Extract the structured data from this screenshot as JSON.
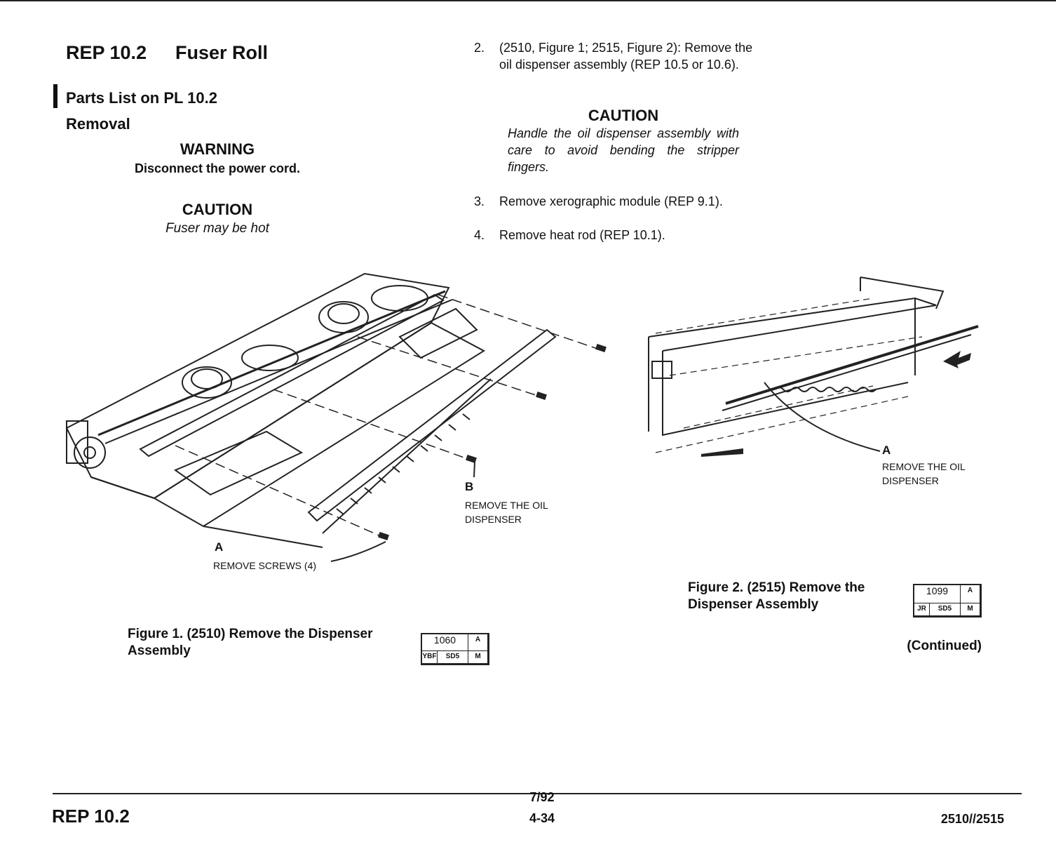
{
  "header": {
    "rep_number": "REP 10.2",
    "title": "Fuser Roll"
  },
  "parts_list": "Parts List on PL 10.2",
  "section_removal": "Removal",
  "warning": {
    "heading": "WARNING",
    "text": "Disconnect the power cord."
  },
  "caution_1": {
    "heading": "CAUTION",
    "text": "Fuser may be hot"
  },
  "steps": [
    {
      "num": "2.",
      "text": "(2510, Figure 1; 2515, Figure 2): Remove the oil dispenser assembly (REP 10.5 or 10.6)."
    },
    {
      "num": "3.",
      "text": "Remove xerographic module (REP 9.1)."
    },
    {
      "num": "4.",
      "text": "Remove heat rod (REP 10.1)."
    }
  ],
  "caution_2": {
    "heading": "CAUTION",
    "text": "Handle the oil dispenser assembly with care to avoid bending the stripper fingers."
  },
  "figure_1": {
    "callout_a_letter": "A",
    "callout_a_text": "REMOVE SCREWS (4)",
    "callout_b_letter": "B",
    "callout_b_line1": "REMOVE THE OIL",
    "callout_b_line2": "DISPENSER",
    "caption_line1": "Figure 1. (2510) Remove the Dispenser",
    "caption_line2": "Assembly",
    "code": {
      "number": "1060",
      "rev": "A",
      "c1": "YBF",
      "c2": "SD5",
      "c3": "M"
    }
  },
  "figure_2": {
    "callout_a_letter": "A",
    "callout_a_line1": "REMOVE THE OIL",
    "callout_a_line2": "DISPENSER",
    "caption_line1": "Figure 2. (2515) Remove the",
    "caption_line2": "Dispenser Assembly",
    "code": {
      "number": "1099",
      "rev": "A",
      "c1": "JR",
      "c2": "SD5",
      "c3": "M"
    }
  },
  "continued": "(Continued)",
  "footer": {
    "rep_number": "REP 10.2",
    "date": "7/92",
    "page": "4-34",
    "model": "2510//2515"
  }
}
